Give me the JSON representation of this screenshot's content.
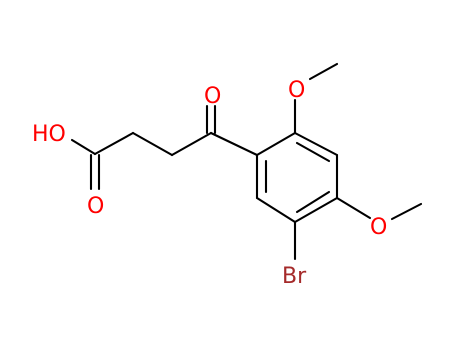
{
  "molecule": {
    "atoms": {
      "acid_oh": "HO",
      "acid_carbonyl_o": "O",
      "ketone_o": "O",
      "methoxy_o_top": "O",
      "methoxy_o_right": "O",
      "bromine": "Br"
    }
  },
  "colors": {
    "bond": "#000000",
    "oxygen": "#ff0000",
    "bromine": "#a52a2a",
    "background": "#ffffff"
  }
}
